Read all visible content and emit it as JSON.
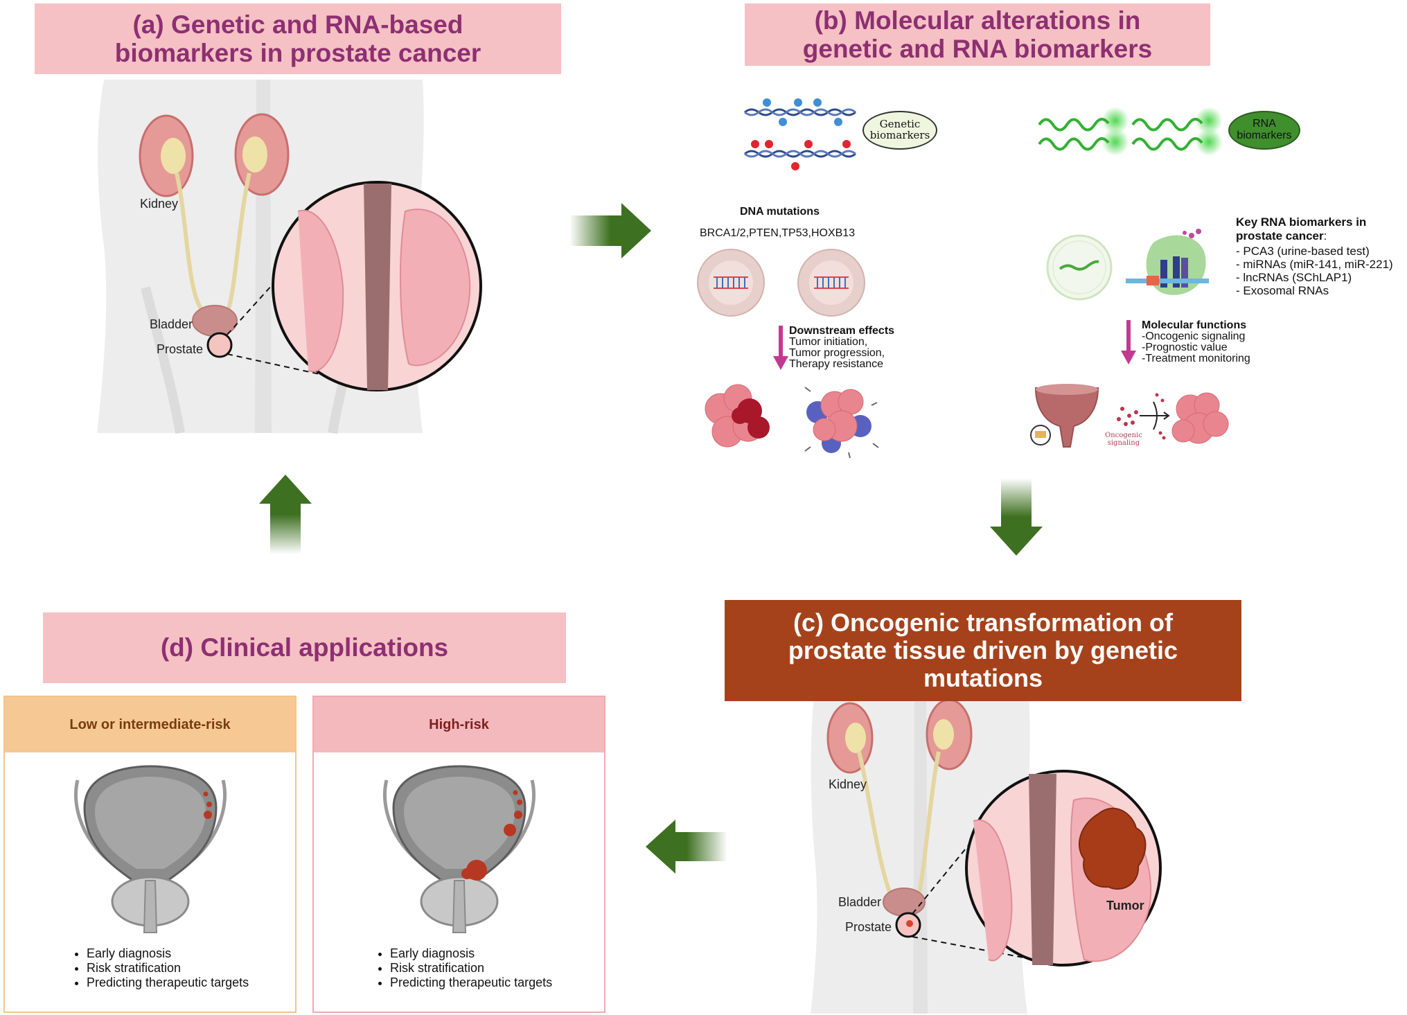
{
  "panel_a": {
    "title_line1": "(a) Genetic and RNA-based",
    "title_line2": "biomarkers in prostate cancer",
    "labels": {
      "kidney": "Kidney",
      "bladder": "Bladder",
      "prostate": "Prostate"
    }
  },
  "panel_b": {
    "title_line1": "(b) Molecular alterations in",
    "title_line2": "genetic and RNA biomarkers",
    "genetic_badge_line1": "Genetic",
    "genetic_badge_line2": "biomarkers",
    "rna_badge_line1": "RNA",
    "rna_badge_line2": "biomarkers",
    "dna_mutations_title": "DNA mutations",
    "dna_mutations_genes": "BRCA1/2,PTEN,TP53,HOXB13",
    "downstream_title": "Downstream effects",
    "downstream_items": [
      "Tumor initiation,",
      "Tumor progression,",
      "Therapy resistance"
    ],
    "key_rna_title_line1": "Key RNA biomarkers in",
    "key_rna_title_line2": "prostate cancer",
    "key_rna_title_colon": ":",
    "key_rna_items": [
      "- PCA3 (urine-based test)",
      "- miRNAs (miR-141, miR-221)",
      "- lncRNAs (SChLAP1)",
      "- Exosomal RNAs"
    ],
    "molecular_functions_title": "Molecular functions",
    "molecular_functions_items": [
      "-Oncogenic signaling",
      "-Prognostic value",
      "-Treatment monitoring"
    ],
    "oncogenic_signaling_label_line1": "Oncogenic",
    "oncogenic_signaling_label_line2": "signaling"
  },
  "panel_c": {
    "title_line1": "(c) Oncogenic transformation of",
    "title_line2": "prostate tissue driven by genetic",
    "title_line3": "mutations",
    "labels": {
      "kidney": "Kidney",
      "bladder": "Bladder",
      "prostate": "Prostate",
      "tumor": "Tumor"
    }
  },
  "panel_d": {
    "title": "(d) Clinical applications",
    "low_risk_title": "Low or intermediate-risk",
    "high_risk_title": "High-risk",
    "low_risk_items": [
      "Early diagnosis",
      "Risk stratification",
      "Predicting therapeutic targets"
    ],
    "high_risk_items": [
      "Early diagnosis",
      "Risk stratification",
      "Predicting therapeutic targets"
    ]
  },
  "colors": {
    "title_bg": "#f5c1c4",
    "title_text": "#8e2f72",
    "panel_c_bg": "#a5421c",
    "arrow_green": "#3e7021",
    "downstream_arrow": "#c4398f",
    "low_risk_head": "#f6c994",
    "low_risk_text": "#7a3a10",
    "high_risk_head": "#f3b9bd",
    "high_risk_text": "#7e1e1e",
    "tumor_red": "#b73822"
  }
}
